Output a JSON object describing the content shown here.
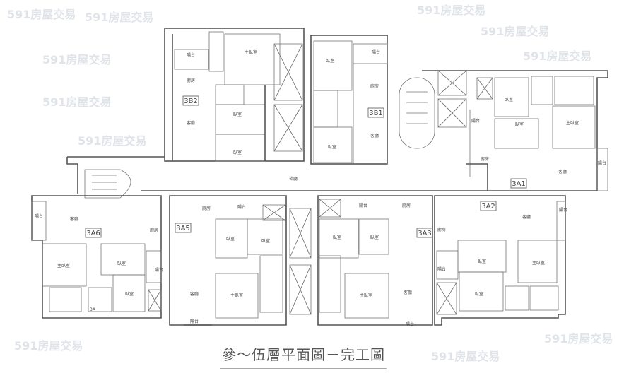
{
  "title": "參～伍層平面圖－完工圖",
  "watermark": "591房屋交易",
  "units": [
    "3B2",
    "3B1",
    "3A1",
    "3A2",
    "3A3",
    "3A5",
    "3A6"
  ],
  "bath_label": "3A",
  "rooms": {
    "balcony": "陽台",
    "master_bedroom": "主臥室",
    "bedroom": "臥室",
    "kitchen": "廚房",
    "living_room": "客廳",
    "lobby": "梯廳"
  },
  "colors": {
    "wall": "#555555",
    "background": "#ffffff"
  }
}
